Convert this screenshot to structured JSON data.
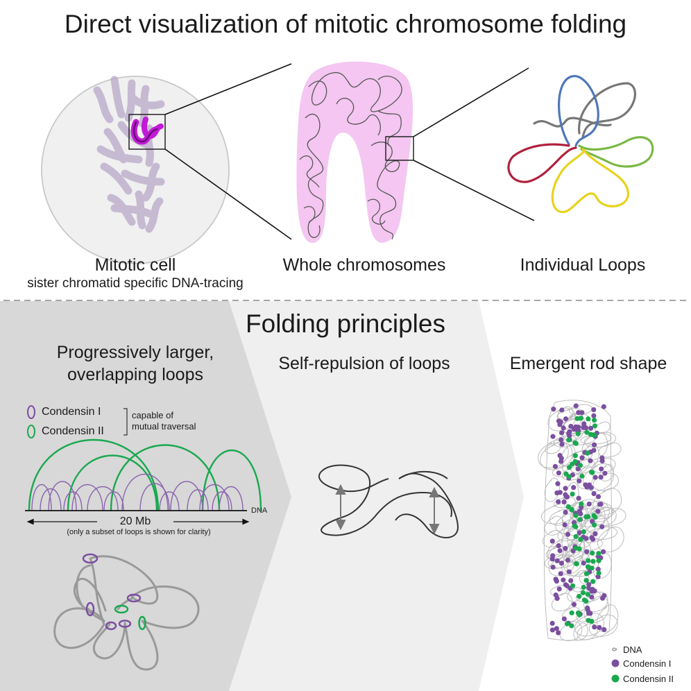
{
  "title": "Direct visualization of mitotic chromosome folding",
  "top": {
    "cell_label": "Mitotic cell",
    "cell_sublabel": "sister chromatid specific DNA-tracing",
    "chromosome_label": "Whole chromosomes",
    "loops_label": "Individual Loops"
  },
  "principles": {
    "title": "Folding principles",
    "panel1": {
      "heading_line1": "Progressively larger,",
      "heading_line2": "overlapping loops",
      "legend_condensin1": "Condensin I",
      "legend_condensin2": "Condensin II",
      "traversal_line1": "capable of",
      "traversal_line2": "mutual traversal",
      "dna_label": "DNA",
      "scale_label": "20 Mb",
      "scale_note": "(only a subset of loops is shown for clarity)"
    },
    "panel2": {
      "heading": "Self-repulsion of loops"
    },
    "panel3": {
      "heading": "Emergent rod shape",
      "legend_dna": "DNA",
      "legend_condensin1": "Condensin I",
      "legend_condensin2": "Condensin II"
    }
  },
  "colors": {
    "condensin1": "#7b4fa0",
    "condensin2": "#1aa84f",
    "chromosome_fill": "#f4c6f1",
    "loop_blue": "#4f78b8",
    "loop_gray": "#777777",
    "loop_green": "#79b843",
    "loop_yellow": "#e8d21c",
    "loop_red": "#b0213d",
    "highlight_magenta": "#c21ad8"
  }
}
